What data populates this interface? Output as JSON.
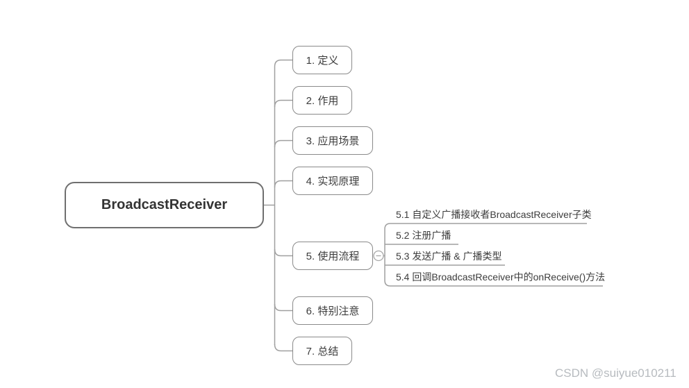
{
  "mindmap": {
    "root": {
      "label": "BroadcastReceiver"
    },
    "branches": [
      {
        "label": "1. 定义"
      },
      {
        "label": "2. 作用"
      },
      {
        "label": "3. 应用场景"
      },
      {
        "label": "4. 实现原理"
      },
      {
        "label": "5. 使用流程",
        "children": [
          "5.1 自定义广播接收者BroadcastReceiver子类",
          "5.2 注册广播",
          "5.3 发送广播 & 广播类型",
          "5.4 回调BroadcastReceiver中的onReceive()方法"
        ],
        "collapse_icon": "minus-circle",
        "collapsed": false
      },
      {
        "label": "6. 特别注意"
      },
      {
        "label": "7. 总结"
      }
    ]
  },
  "watermark": "CSDN @suiyue010211",
  "colors": {
    "background": "#ffffff",
    "node_border": "#8a8a8a",
    "root_border": "#6f6f6f",
    "connector_line": "#9f9f9f",
    "text": "#3c3c3c",
    "watermark_text": "#b7bbbf"
  }
}
